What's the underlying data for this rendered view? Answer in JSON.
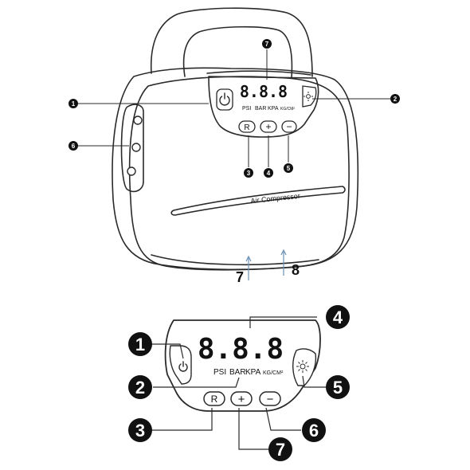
{
  "top_figure": {
    "display_digits": "8.8.8",
    "units": [
      "PSI",
      "BAR",
      "KPA",
      "KG/CM²"
    ],
    "buttons": {
      "reset": "R",
      "plus": "+",
      "minus": "−"
    },
    "brand_text": "Air Compressor",
    "callouts": [
      "1",
      "2",
      "3",
      "4",
      "5",
      "6",
      "7"
    ],
    "plain_labels": [
      "7",
      "8"
    ]
  },
  "bottom_figure": {
    "display_digits": "8.8.8",
    "units": [
      "PSI",
      "BAR",
      "KPA",
      "KG/CM²"
    ],
    "buttons": {
      "reset": "R",
      "plus": "+",
      "minus": "−"
    },
    "callouts": [
      "1",
      "2",
      "3",
      "4",
      "5",
      "6",
      "7"
    ]
  },
  "colors": {
    "line": "#2a2a2a",
    "callout_fill": "#111111",
    "arrow": "#6a8fb5",
    "background": "#ffffff"
  },
  "icons": [
    "power-icon",
    "light-icon",
    "reset-icon",
    "plus-icon",
    "minus-icon"
  ]
}
